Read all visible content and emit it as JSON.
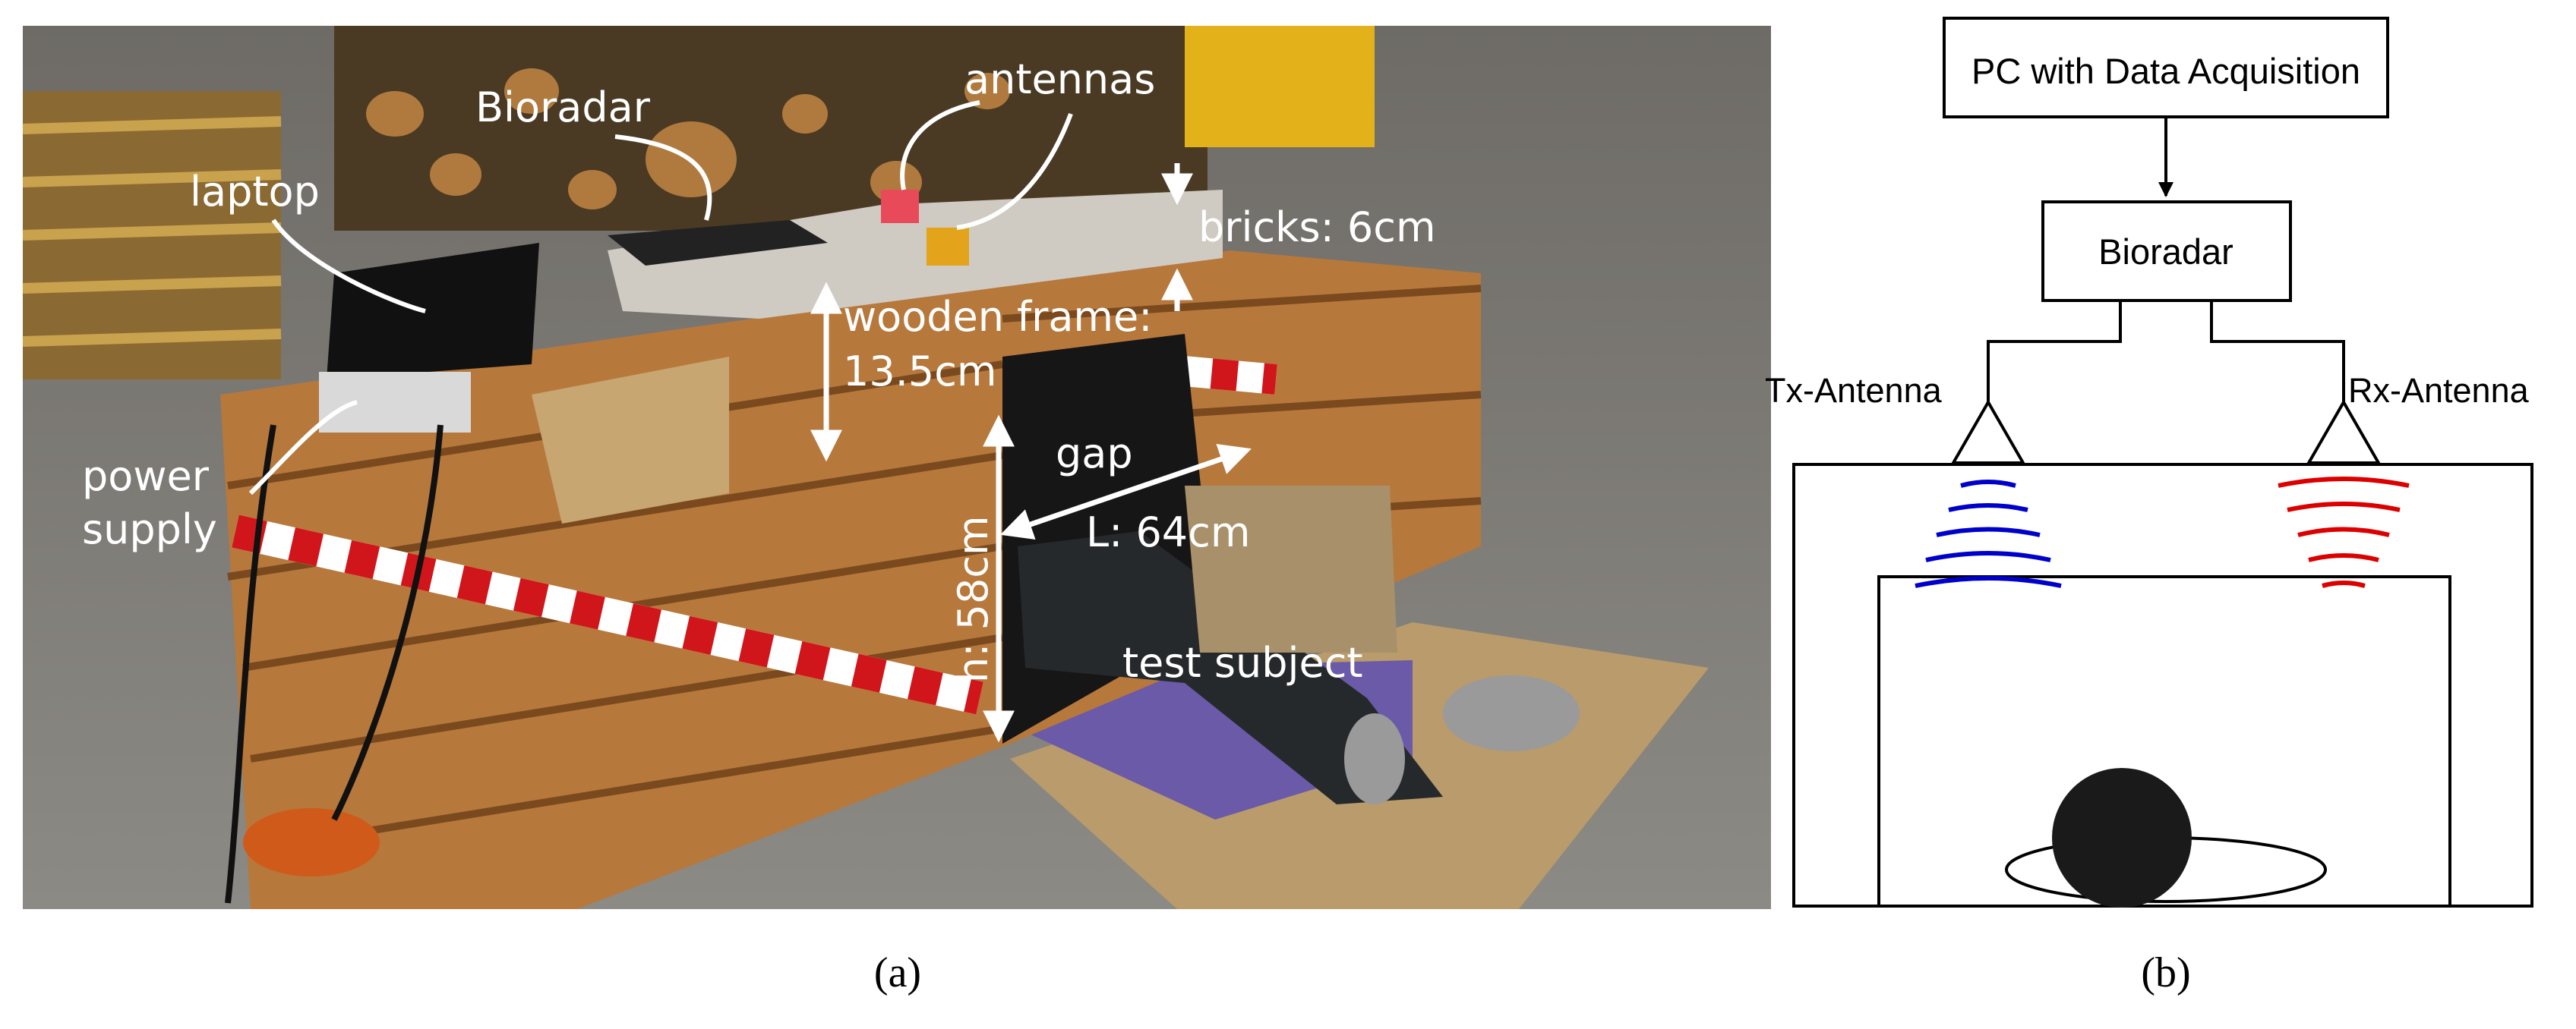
{
  "panel_a": {
    "caption": "(a)",
    "labels": {
      "bioradar": "Bioradar",
      "antennas": "antennas",
      "laptop": "laptop",
      "bricks": "bricks: 6cm",
      "wooden_frame_1": "wooden frame:",
      "wooden_frame_2": "13.5cm",
      "power_1": "power",
      "power_2": "supply",
      "gap": "gap",
      "length": "L: 64cm",
      "height": "h: 58cm",
      "test_subject": "test subject"
    }
  },
  "panel_b": {
    "caption": "(b)",
    "pc": "PC with Data Acquisition",
    "bioradar": "Bioradar",
    "tx": "Tx-Antenna",
    "rx": "Rx-Antenna",
    "colors": {
      "tx_wave": "#0000cc",
      "rx_wave": "#dd0000",
      "subject": "#1a1a1a"
    }
  }
}
